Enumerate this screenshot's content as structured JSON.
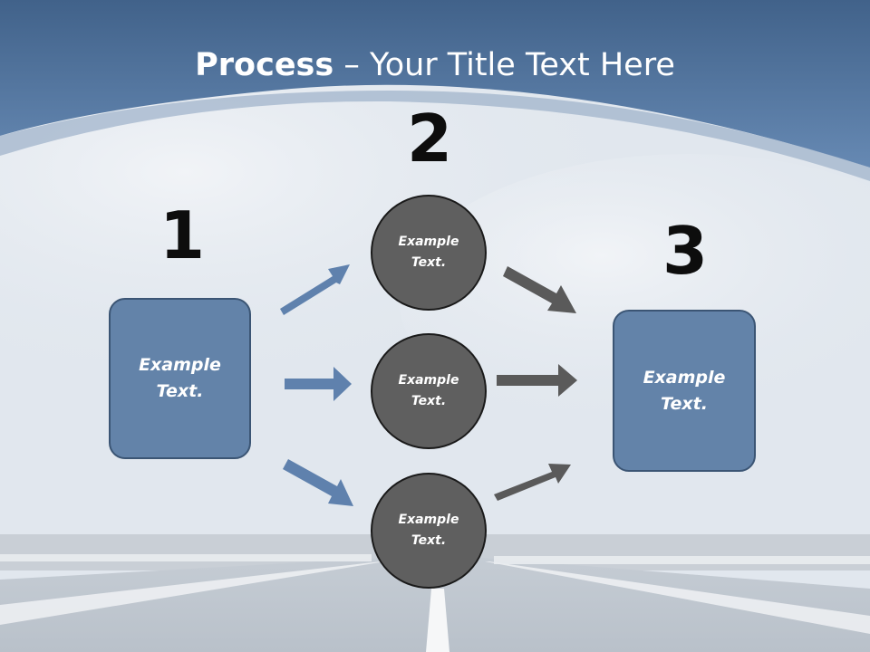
{
  "title": {
    "bold": "Process",
    "rest": " – Your Title Text Here"
  },
  "steps": [
    {
      "number": "1",
      "text": "Example Text."
    },
    {
      "number": "2",
      "items": [
        "Example Text.",
        "Example Text.",
        "Example Text."
      ]
    },
    {
      "number": "3",
      "text": "Example Text."
    }
  ],
  "colors": {
    "box": "#6383a9",
    "circle": "#5f5f5f",
    "arrow_in": "#5f81ad",
    "arrow_out": "#5a5a5a",
    "header": "#5a7fa6"
  }
}
